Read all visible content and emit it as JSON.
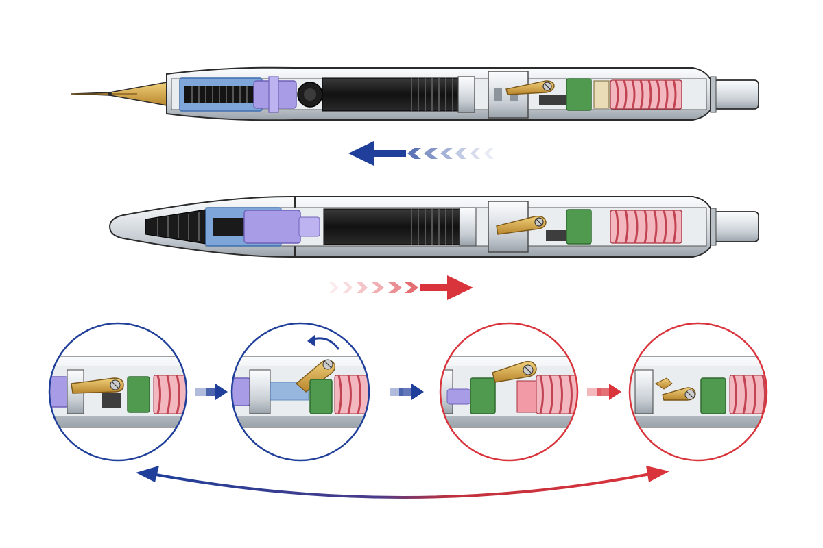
{
  "colors": {
    "blue": "#1f3f9a",
    "red": "#d9343c",
    "outline": "#2b2b2b",
    "silver_light": "#f1f3f5",
    "silver_mid": "#cfd4d9",
    "silver_dark": "#9aa2aa",
    "gold": "#d4a64a",
    "gold_dark": "#9c7326",
    "lavender": "#a99ce6",
    "lavender_dark": "#6f62b8",
    "converter_blue": "#7ea6d8",
    "converter_blue_dark": "#3f6fae",
    "ink_black": "#1a1a1a",
    "green": "#4f9a4f",
    "green_dark": "#2f6a2f",
    "spring_red": "#e07a86",
    "spring_red_dark": "#a8313f",
    "cream": "#e9dcb6"
  },
  "motion": {
    "top_pen": "nib-extended",
    "top_arrow_direction": "left",
    "middle_pen": "nib-retracted",
    "middle_arrow_direction": "right"
  },
  "detail_views": [
    {
      "ring_color": "blue",
      "latch": "engaged"
    },
    {
      "ring_color": "blue",
      "latch": "raised"
    },
    {
      "ring_color": "red",
      "latch": "released"
    },
    {
      "ring_color": "red",
      "latch": "reset"
    }
  ]
}
